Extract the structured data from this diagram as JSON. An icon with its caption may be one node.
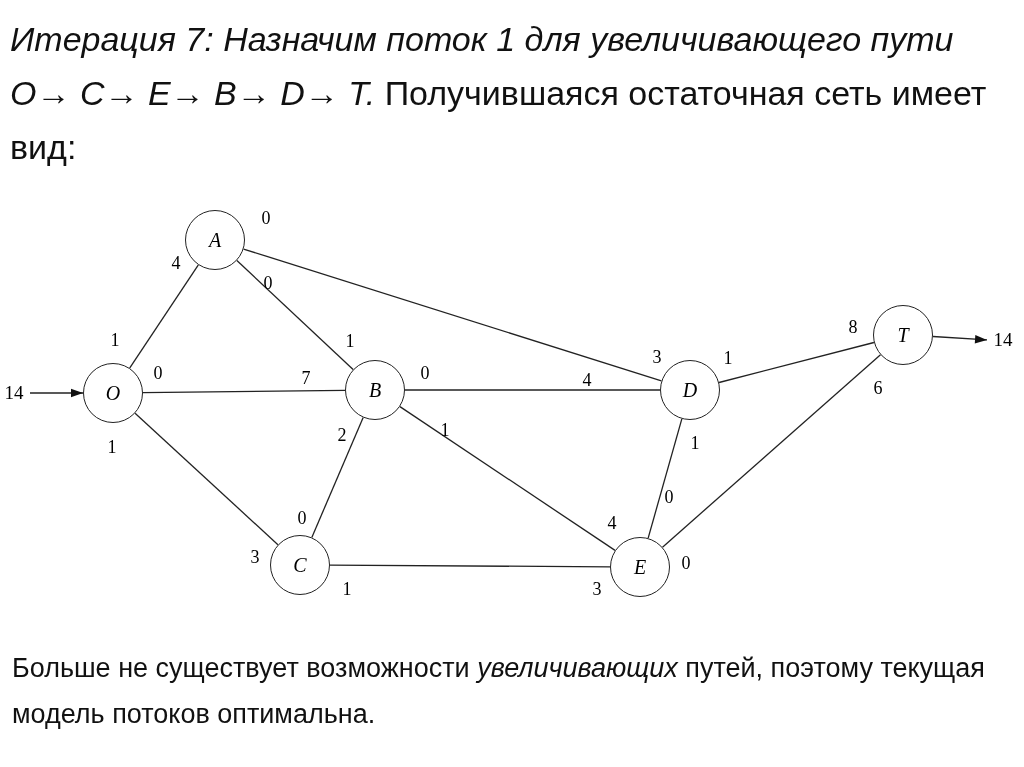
{
  "diagram": {
    "title": "*Итерация 7: Назначим поток 1 для увеличивающего пути O→ C→ E→ B→ D→ T.* Получившаяся остаточная сеть имеет вид:",
    "caption": "Больше не существует возможности *увеличивающих* путей, поэтому текущая модель потоков оптимальна.",
    "nodes": [
      {
        "text": [
          "A"
        ]
      },
      {
        "text": [
          "T"
        ]
      },
      {
        "text": [
          "14"
        ]
      },
      {
        "text": [
          "14"
        ]
      },
      {
        "text": [
          "O"
        ]
      },
      {
        "text": [
          "B"
        ]
      },
      {
        "text": [
          "D"
        ]
      },
      {
        "text": [
          "C"
        ]
      },
      {
        "text": [
          "E"
        ]
      }
    ],
    "edges": [
      {
        "from": 3,
        "to": 4,
        "arrow": "to"
      },
      {
        "from": 4,
        "to": 0,
        "arrow": "none"
      },
      {
        "from": 4,
        "to": 5,
        "arrow": "none"
      },
      {
        "from": 4,
        "to": 7,
        "arrow": "none"
      },
      {
        "from": 0,
        "to": 5,
        "arrow": "none"
      },
      {
        "from": 0,
        "to": 6,
        "arrow": "none"
      },
      {
        "from": 5,
        "to": 6,
        "arrow": "none"
      },
      {
        "from": 5,
        "to": 7,
        "arrow": "none"
      },
      {
        "from": 5,
        "to": 8,
        "arrow": "none"
      },
      {
        "from": 7,
        "to": 8,
        "arrow": "none"
      },
      {
        "from": 6,
        "to": 8,
        "arrow": "none"
      },
      {
        "from": 6,
        "to": 1,
        "arrow": "none"
      },
      {
        "from": 8,
        "to": 1,
        "arrow": "none"
      },
      {
        "from": 1,
        "to": 2,
        "arrow": "to"
      }
    ],
    "labels": [
      "0",
      "4",
      "0",
      "1",
      "1",
      "8",
      "3",
      "1",
      "0",
      "7",
      "0",
      "4",
      "6",
      "2",
      "1",
      "1",
      "1",
      "0",
      "0",
      "4",
      "3",
      "0",
      "1",
      "3"
    ]
  }
}
